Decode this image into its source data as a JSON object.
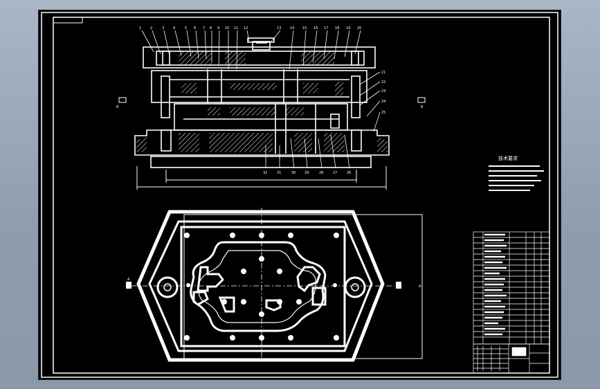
{
  "drawing": {
    "title_tag": "",
    "part_numbers_top": [
      "1",
      "2",
      "3",
      "4",
      "5",
      "6",
      "7",
      "8",
      "9",
      "10",
      "11",
      "12",
      "13",
      "14",
      "15",
      "16",
      "17",
      "18",
      "19",
      "20"
    ],
    "part_numbers_right": [
      "21",
      "22",
      "23",
      "24",
      "25"
    ],
    "part_numbers_bottom": [
      "32",
      "31",
      "30",
      "29",
      "28",
      "27",
      "26"
    ],
    "section_marker_left": "B",
    "section_marker_right": "B",
    "section_marker_plan_left": "A",
    "section_marker_plan_right": "A",
    "tech_requirements_title": "技术要求",
    "colors": {
      "background": "#000000",
      "lines": "#ffffff",
      "frame": "#8e9cae"
    }
  }
}
